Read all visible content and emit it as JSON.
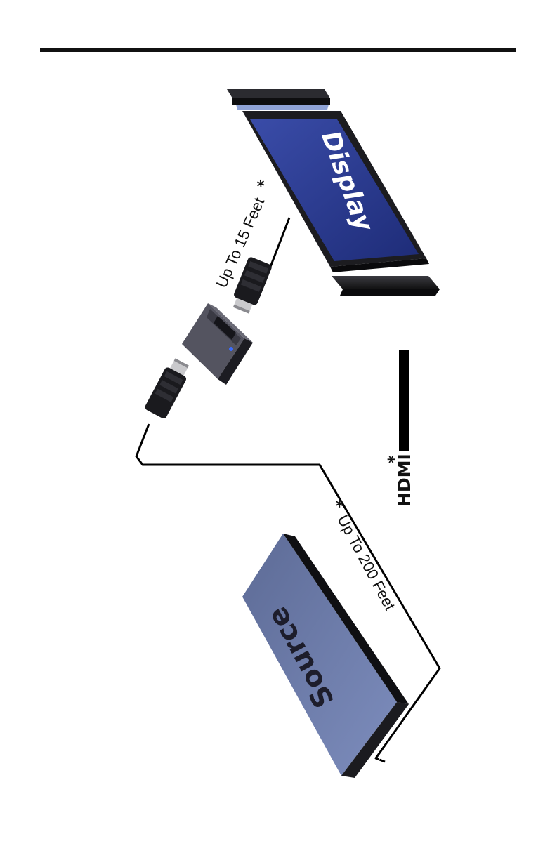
{
  "labels": {
    "source": "Source",
    "display": "Display",
    "near_distance": "Up To 15 Feet",
    "far_distance": "Up To 200 Feet",
    "interface": "HDMI",
    "footnote_mark": "*"
  },
  "colors": {
    "source_top": "#7080ad",
    "source_side": "#1b1b1f",
    "display_screen": "#2d3f95",
    "display_bezel": "#1c1c20",
    "adapter_body": "#4a4a52",
    "indicator_led": "#3a6cff",
    "rule": "#111111"
  }
}
